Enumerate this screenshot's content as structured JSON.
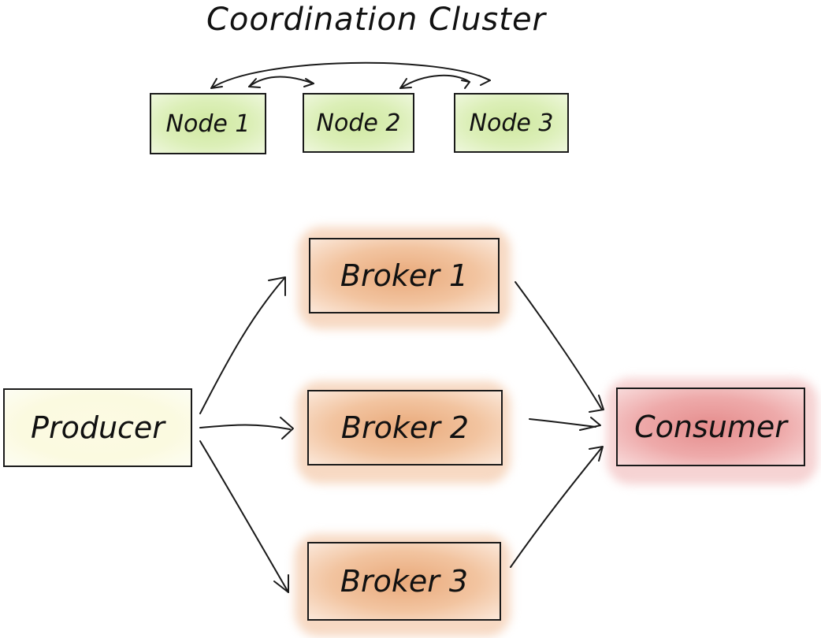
{
  "title": "Coordination Cluster",
  "cluster_nodes": [
    {
      "label": "Node 1"
    },
    {
      "label": "Node 2"
    },
    {
      "label": "Node 3"
    }
  ],
  "producer": {
    "label": "Producer"
  },
  "brokers": [
    {
      "label": "Broker 1"
    },
    {
      "label": "Broker 2"
    },
    {
      "label": "Broker 3"
    }
  ],
  "consumer": {
    "label": "Consumer"
  },
  "colors": {
    "node_fill": "#cfe8a0",
    "broker_fill": "#e9a97a",
    "producer_fill": "#fcfbe3",
    "consumer_fill": "#e58c8c",
    "stroke": "#1a1a1a"
  },
  "edges": [
    {
      "from": "Node 1",
      "to": "Node 2",
      "bidirectional": true
    },
    {
      "from": "Node 2",
      "to": "Node 3",
      "bidirectional": true
    },
    {
      "from": "Node 1",
      "to": "Node 3",
      "bidirectional": true
    },
    {
      "from": "Producer",
      "to": "Broker 1"
    },
    {
      "from": "Producer",
      "to": "Broker 2"
    },
    {
      "from": "Producer",
      "to": "Broker 3"
    },
    {
      "from": "Broker 1",
      "to": "Consumer"
    },
    {
      "from": "Broker 2",
      "to": "Consumer"
    },
    {
      "from": "Broker 3",
      "to": "Consumer"
    }
  ]
}
